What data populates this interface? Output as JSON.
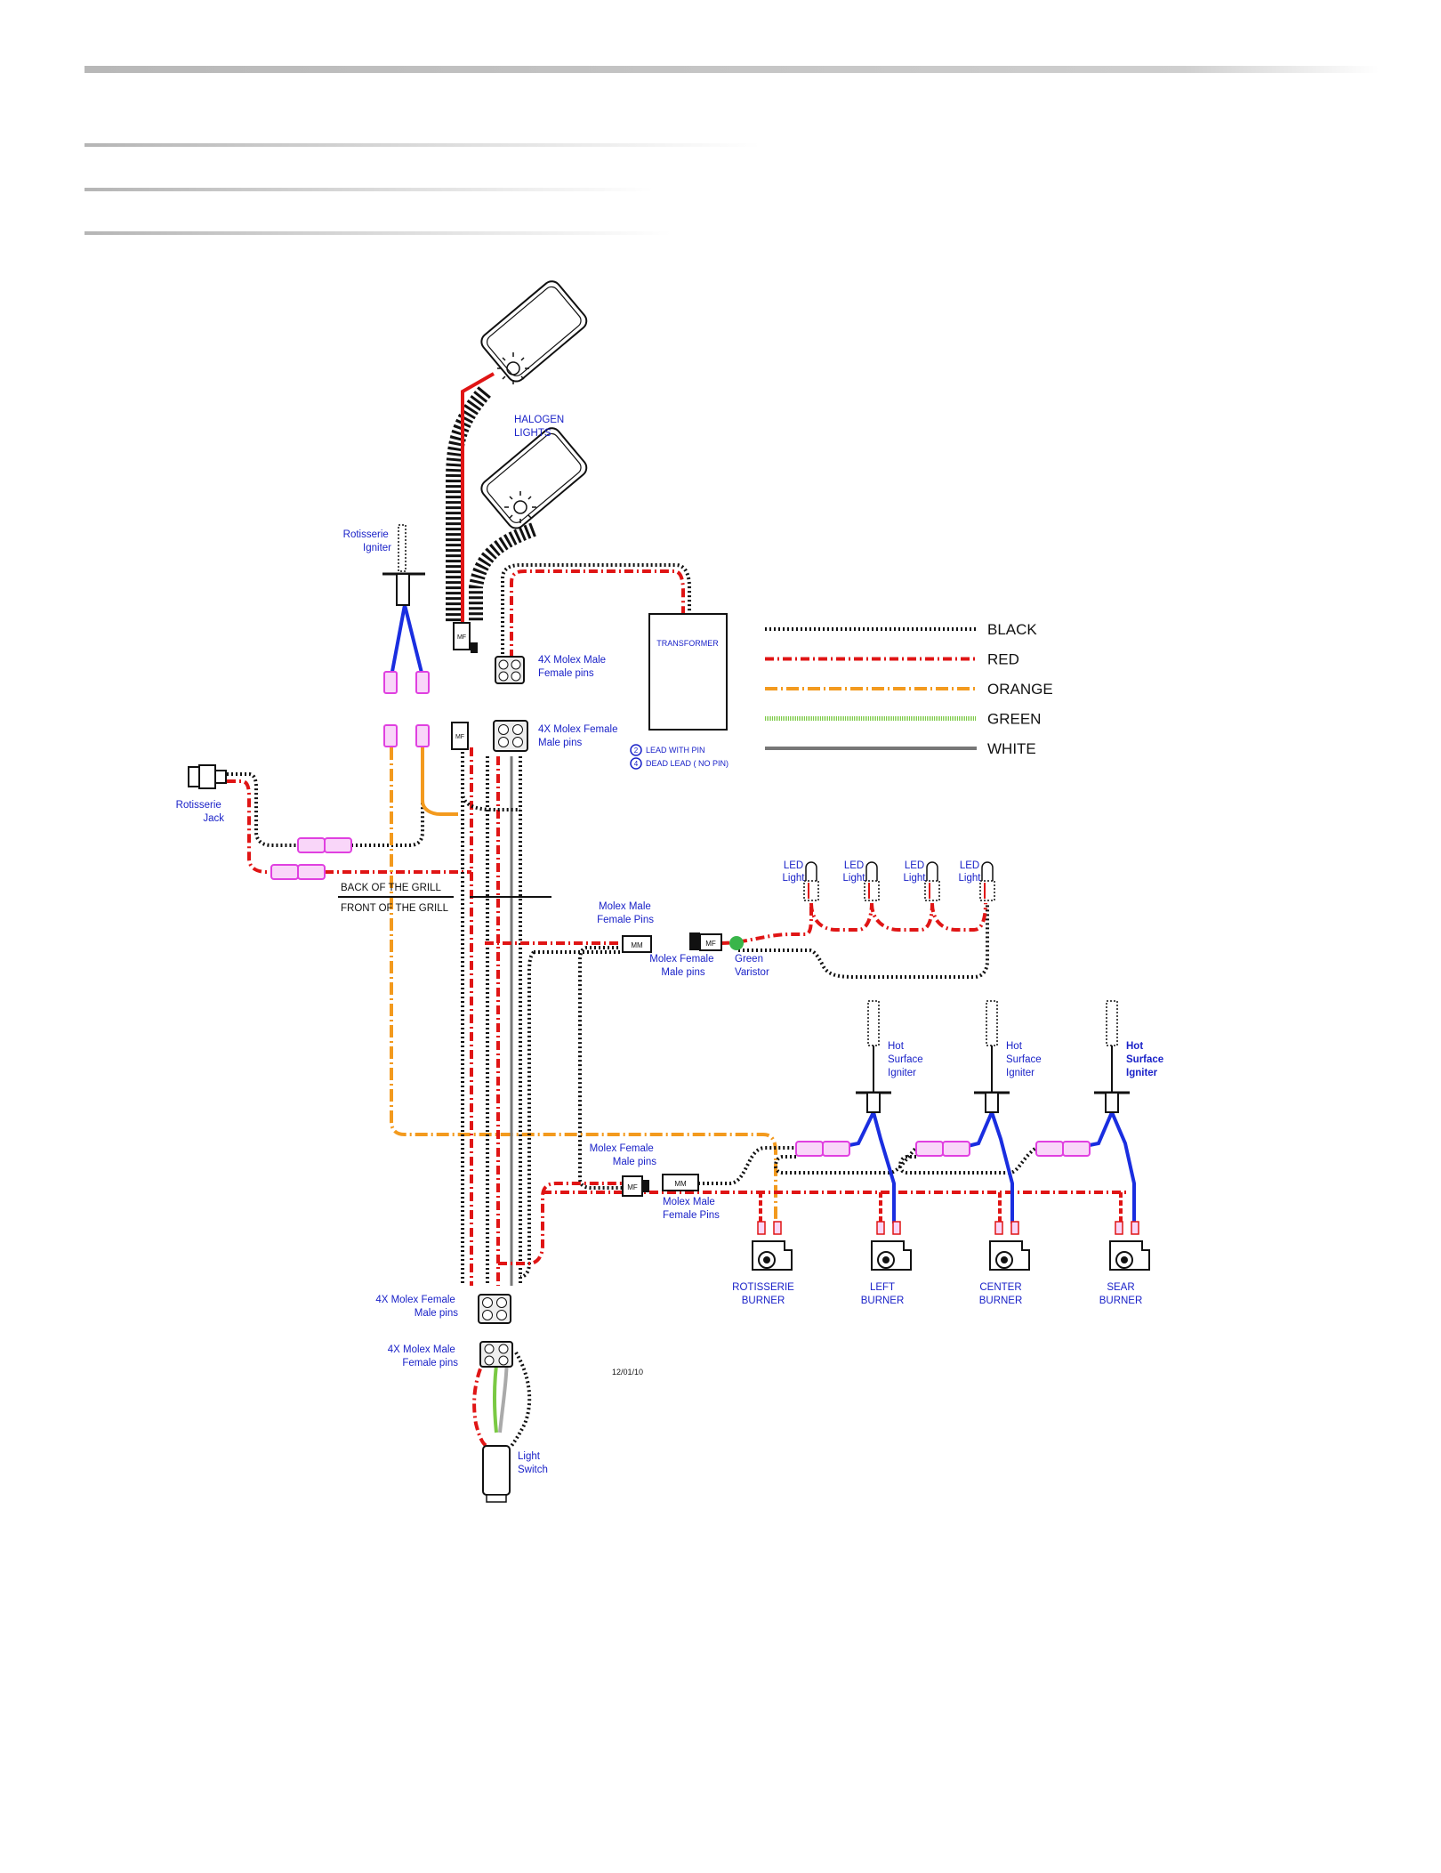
{
  "labels": {
    "halogen_lights": [
      "HALOGEN",
      "LIGHTS"
    ],
    "rotisserie_igniter": [
      "Rotisserie",
      "Igniter"
    ],
    "rotisserie_jack": [
      "Rotisserie",
      "Jack"
    ],
    "molex_male_female_pins_top": [
      "4X Molex Male",
      "Female pins"
    ],
    "molex_female_male_pins_top": [
      "4X Molex Female",
      "Male pins"
    ],
    "transformer": "TRANSFORMER",
    "lead_with_pin": "LEAD WITH PIN",
    "dead_lead": "DEAD LEAD   ( NO PIN)",
    "back_of_grill": "BACK OF THE GRILL",
    "front_of_grill": "FRONT OF THE GRILL",
    "molex_male_female_pins_mid": [
      "Molex Male",
      "Female Pins"
    ],
    "molex_female_male_pins_mid": [
      "Molex Female",
      "Male pins"
    ],
    "green_varistor": [
      "Green",
      "Varistor"
    ],
    "led_light": [
      "LED",
      "Light"
    ],
    "hot_surface_igniter": [
      "Hot",
      "Surface",
      "Igniter"
    ],
    "molex_female_male_pins_low": [
      "Molex Female",
      "Male pins"
    ],
    "molex_male_female_pins_low": [
      "Molex Male",
      "Female Pins"
    ],
    "rotisserie_burner": [
      "ROTISSERIE",
      "BURNER"
    ],
    "left_burner": [
      "LEFT",
      "BURNER"
    ],
    "center_burner": [
      "CENTER",
      "BURNER"
    ],
    "sear_burner": [
      "SEAR",
      "BURNER"
    ],
    "molex_female_male_pins_bottom": [
      "4X Molex Female",
      "Male pins"
    ],
    "molex_male_female_pins_bottom": [
      "4X Molex Male",
      "Female pins"
    ],
    "light_switch": [
      "Light",
      "Switch"
    ],
    "date": "12/01/10",
    "mf": "MF",
    "mm": "MM"
  },
  "legend": [
    {
      "label": "BLACK",
      "color": "#111111"
    },
    {
      "label": "RED",
      "color": "#e01515"
    },
    {
      "label": "ORANGE",
      "color": "#f39a1e"
    },
    {
      "label": "GREEN",
      "color": "#7ac943"
    },
    {
      "label": "WHITE",
      "color": "#777777"
    }
  ],
  "colors": {
    "wire_black": "#111111",
    "wire_red": "#e01515",
    "wire_orange": "#f39a1e",
    "wire_green": "#7ac943",
    "wire_white": "#9a9a9a",
    "wire_blue": "#1a2ee0",
    "connector_pink": "#e040e0",
    "label_blue": "#1a22c8"
  }
}
